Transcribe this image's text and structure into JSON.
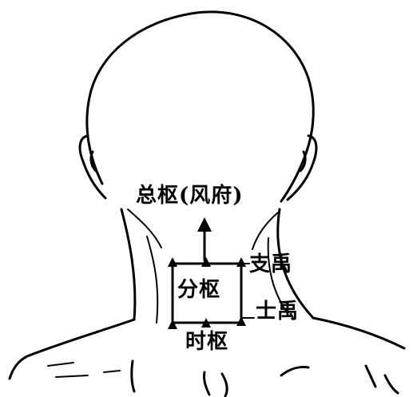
{
  "labels": {
    "zongshu": "总枢(风府)",
    "fenshu": "分枢",
    "zhiyu": "支禹",
    "shiyu": "士禹",
    "shishu": "时枢"
  },
  "colors": {
    "ink": "#000000",
    "background": "#ffffff"
  }
}
